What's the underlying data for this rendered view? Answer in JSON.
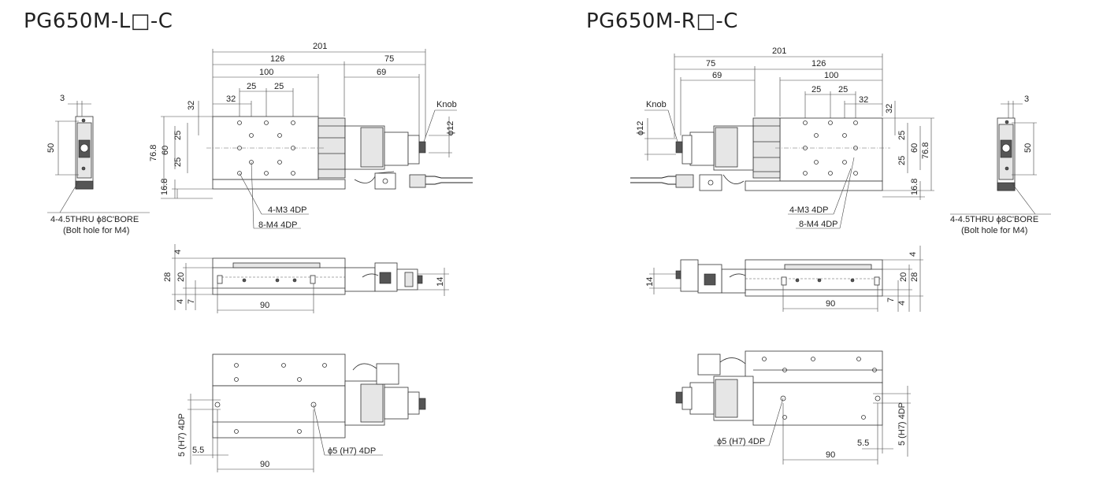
{
  "titles": {
    "left": "PG650M-L□-C",
    "right": "PG650M-R□-C"
  },
  "left": {
    "dims": {
      "d201": "201",
      "d126": "126",
      "d75": "75",
      "d100": "100",
      "d69": "69",
      "d32a": "32",
      "d25a": "25",
      "d25b": "25",
      "v32": "32",
      "v60": "60",
      "v25a": "25",
      "v25b": "25",
      "v768": "76.8",
      "v168": "16.8",
      "knob": "Knob",
      "phi12": "ϕ12",
      "m3": "4-M3 4DP",
      "m4": "8-M4 4DP",
      "side3": "3",
      "side50": "50",
      "bolt1": "4-4.5THRU ϕ8C'BORE",
      "bolt2": "(Bolt hole for M4)",
      "f4a": "4",
      "f28": "28",
      "f20": "20",
      "f4b": "4",
      "f7": "7",
      "f14": "14",
      "f90": "90",
      "b5h7": "5 (H7) 4DP",
      "b55": "5.5",
      "b90": "90",
      "bphi5": "ϕ5 (H7) 4DP"
    }
  },
  "right": {
    "dims": {
      "d201": "201",
      "d75": "75",
      "d126": "126",
      "d69": "69",
      "d100": "100",
      "d25a": "25",
      "d25b": "25",
      "d32a": "32",
      "v32": "32",
      "v25a": "25",
      "v60": "60",
      "v768": "76.8",
      "v25b": "25",
      "v168": "16.8",
      "knob": "Knob",
      "phi12": "ϕ12",
      "m3": "4-M3 4DP",
      "m4": "8-M4 4DP",
      "side3": "3",
      "side50": "50",
      "bolt1": "4-4.5THRU ϕ8C'BORE",
      "bolt2": "(Bolt hole for M4)",
      "f14": "14",
      "f4a": "4",
      "f20": "20",
      "f28": "28",
      "f7": "7",
      "f4b": "4",
      "f90": "90",
      "b5h7": "5 (H7) 4DP",
      "b55": "5.5",
      "b90": "90",
      "bphi5": "ϕ5 (H7) 4DP"
    }
  }
}
